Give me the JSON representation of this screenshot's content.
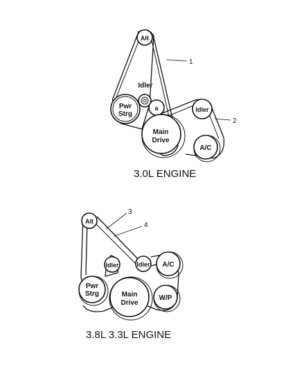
{
  "top_diagram": {
    "pulleys": {
      "alt": "Alt",
      "idler_top": "Idler",
      "pwr_strg_line1": "Pwr",
      "pwr_strg_line2": "Strg",
      "small_a": "a",
      "idler_right": "Idler",
      "main_drive_line1": "Main",
      "main_drive_line2": "Drive",
      "ac": "A/C"
    },
    "callouts": {
      "belt_1": "1",
      "belt_2": "2"
    },
    "title": "3.0L  ENGINE"
  },
  "bottom_diagram": {
    "pulleys": {
      "alt": "Alt",
      "idler_left": "Idler",
      "idler_right": "Idler",
      "ac": "A/C",
      "pwr_strg_line1": "Pwr",
      "pwr_strg_line2": "Strg",
      "main_drive_line1": "Main",
      "main_drive_line2": "Drive",
      "wp": "W/P"
    },
    "callouts": {
      "belt_3": "3",
      "belt_4": "4"
    },
    "title": "3.8L  3.3L  ENGINE"
  }
}
